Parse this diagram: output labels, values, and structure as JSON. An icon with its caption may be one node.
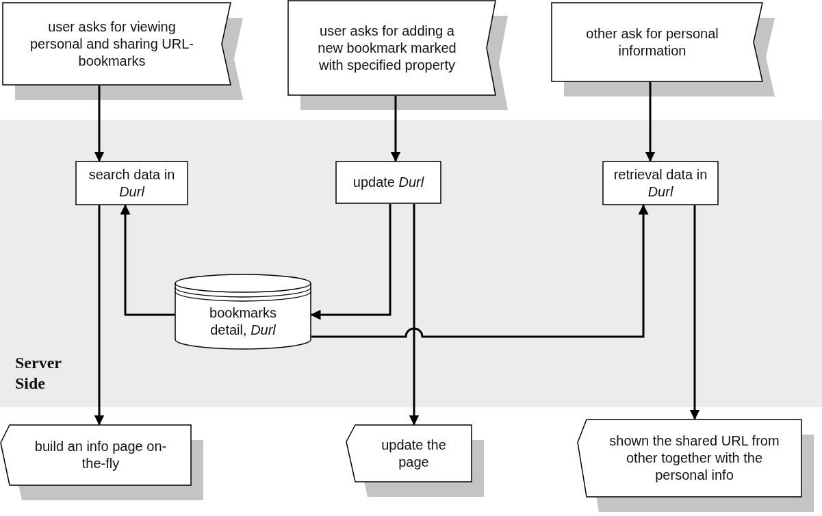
{
  "diagram": {
    "nodes": [
      {
        "text": [
          "user asks for viewing personal and sharing URL-bookmarks"
        ]
      },
      {
        "text": [
          "user asks for adding a new bookmark marked with specified property"
        ]
      },
      {
        "text": [
          "other ask for personal information"
        ]
      },
      {
        "text": [
          "Server Side"
        ]
      },
      {
        "text": [
          "search data in *Durl*"
        ],
        "in": 3
      },
      {
        "text": [
          "update *Durl*"
        ],
        "in": 3
      },
      {
        "text": [
          "retrieval data in *Durl*"
        ],
        "in": 3
      },
      {
        "text": [
          "bookmarks detail, *Durl*"
        ],
        "in": 3
      },
      {
        "text": [
          "build an info page on-the-fly"
        ]
      },
      {
        "text": [
          "update the page"
        ]
      },
      {
        "text": [
          "shown the shared URL from other together with the personal info"
        ]
      }
    ],
    "edges": [
      {
        "from": 0,
        "to": 4,
        "arrow": "to"
      },
      {
        "from": 1,
        "to": 5,
        "arrow": "to"
      },
      {
        "from": 2,
        "to": 6,
        "arrow": "to"
      },
      {
        "from": 7,
        "to": 4,
        "arrow": "to"
      },
      {
        "from": 5,
        "to": 7,
        "arrow": "to"
      },
      {
        "from": 7,
        "to": 6,
        "arrow": "to"
      },
      {
        "from": 4,
        "to": 8,
        "arrow": "to"
      },
      {
        "from": 5,
        "to": 9,
        "arrow": "to"
      },
      {
        "from": 6,
        "to": 10,
        "arrow": "to"
      }
    ]
  }
}
